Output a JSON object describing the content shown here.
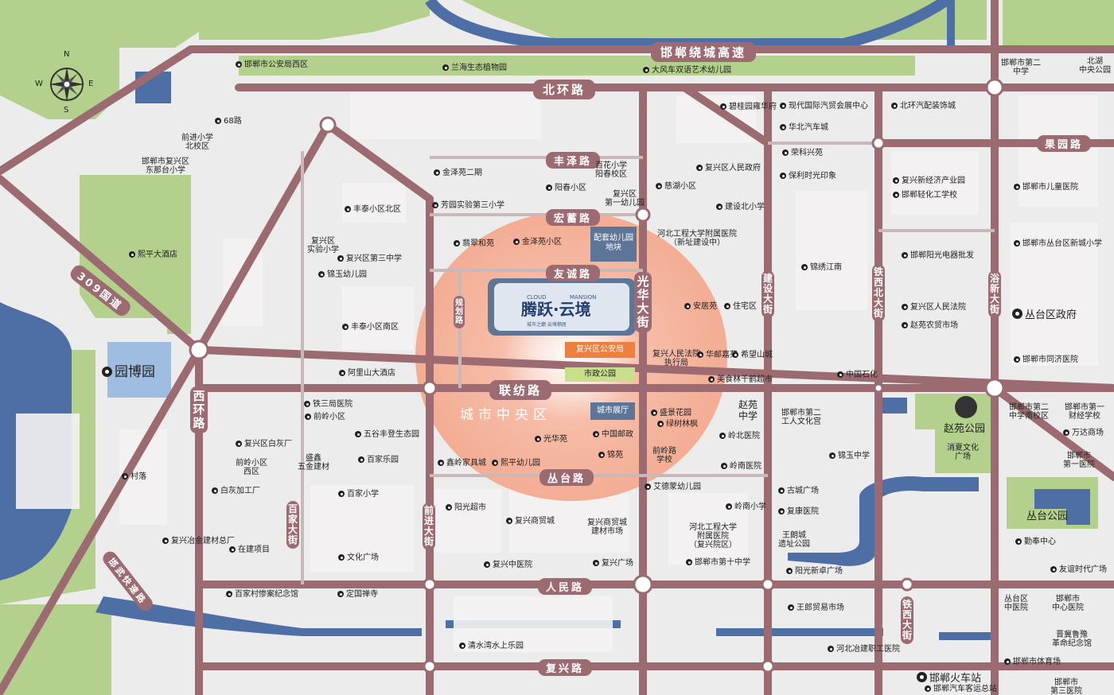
{
  "roads": {
    "ring_expressway": "邯郸绕城高速",
    "beihuan": "北环路",
    "fengze": "丰泽路",
    "hongxi": "宏蓄路",
    "youyi": "友诚路",
    "lianfang": "联纺路",
    "congtai": "丛台路",
    "renmin": "人民路",
    "fuxing": "复兴路",
    "guoyuan": "果园路",
    "guohua": "光华大街",
    "xihuan": "西环路",
    "baijia": "百家大街",
    "qianjin": "前进大街",
    "jianshe": "建设大街",
    "tiexi_north": "铁西北大街",
    "tiexi": "铁西大街",
    "yuxin": "浴新大街",
    "guidao": "规划路",
    "g309": "309国道",
    "handan_wuan": "邯武快速路"
  },
  "compass": {
    "n": "N",
    "s": "S",
    "e": "E",
    "w": "W"
  },
  "project": {
    "brand_en_1": "CLOUD",
    "brand_en_2": "MANSION",
    "name": "腾跃·云境",
    "tagline": "城市之巅  云境栖居"
  },
  "district_label": "城市中央区",
  "highlight_boxes": {
    "kindergarten": "配套幼儿园\n地块",
    "police": "复兴区公安局",
    "park": "市政公园",
    "showroom": "城市展厅"
  },
  "landmarks": {
    "yuanbo": "园博园",
    "zhaoyuan_park": "赵苑公园",
    "congtai_park": "丛台公园",
    "congtai_gov": "丛台区政府",
    "station": "邯郸火车站",
    "bus_station": "邯郸汽车客运总站",
    "zhaoyuan_school": "赵苑\n中学"
  },
  "pois": [
    "邯郸市公安局西区",
    "兰海生态植物园",
    "大风车双语艺术幼儿园",
    "68路",
    "前进小学\n北校区",
    "邯郸市复兴区\n东那台小学",
    "熙平大酒店",
    "金泽苑二期",
    "阳春小区",
    "百花小学\n阳春校区",
    "复兴区\n第一幼儿园",
    "芳园实验第三小学",
    "复兴区人民政府",
    "慈湖小区",
    "建设北小学",
    "丰泰小区北区",
    "复兴区\n实验小学",
    "复兴区第三中学",
    "锦玉幼儿园",
    "翡翠和苑",
    "金泽苑小区",
    "河北工程大学附属医院\n（新址建设中）",
    "安居苑",
    "住宅区",
    "华邮嘉苑",
    "希望山城",
    "复兴人民法院\n执行局",
    "美食林千鹤超市",
    "丰泰小区南区",
    "阿里山大酒店",
    "碧桂园雍华府",
    "现代国际汽贸会展中心",
    "华北汽车城",
    "荣科兴苑",
    "保利时光印象",
    "锦绣江南",
    "北环汽配装饰城",
    "复兴新经济产业园",
    "邯郸轻化工学校",
    "邯郸阳光电器批发",
    "复兴区人民法院",
    "赵苑农贸市场",
    "中国石化",
    "邯郸市第二\n中学",
    "北湖\n中央公园",
    "邯郸市儿童医院",
    "邯郸市丛台区新城小学",
    "邯郸市同济医院",
    "铁三局医院",
    "前岭小区",
    "五谷丰登生态园",
    "百家乐园",
    "复兴区白灰厂",
    "前岭小区\n西区",
    "白灰加工厂",
    "盛鑫\n五金建材",
    "村落",
    "光华苑",
    "中国邮政",
    "锦苑",
    "鑫岭家具城",
    "熙平幼儿园",
    "盛景花园",
    "绿树林枫",
    "岭北医院",
    "前岭路\n学校",
    "岭南医院",
    "邯郸市第二\n工人文化宫",
    "锦玉中学",
    "邯郸市第二\n中学南校区",
    "邯郸市第一\n财经学校",
    "万达商场",
    "邯郸市\n第一医院",
    "消夏文化\n广场",
    "百家小学",
    "阳光超市",
    "复兴商贸城",
    "复兴商贸城\n建材市场",
    "复兴冶金建材总厂",
    "在建项目",
    "文化广场",
    "复兴中医院",
    "复兴广场",
    "艾德蒙幼儿园",
    "岭南小学",
    "河北工程大学\n附属医院\n（复兴院区）",
    "邯郸市第十中学",
    "古城广场",
    "复康医院",
    "王朗城\n遗址公园",
    "阳光新卓广场",
    "勤奉中心",
    "友谊时代广场",
    "百家村惨案纪念馆",
    "定国禅寺",
    "王郎贸易市场",
    "清水湾水上乐园",
    "河北冶建职工医院",
    "丛台区\n中医院",
    "邯郸市\n中心医院",
    "晋冀鲁豫\n革命纪念馆",
    "邯郸市体育场",
    "邯郸市\n第三医院"
  ]
}
